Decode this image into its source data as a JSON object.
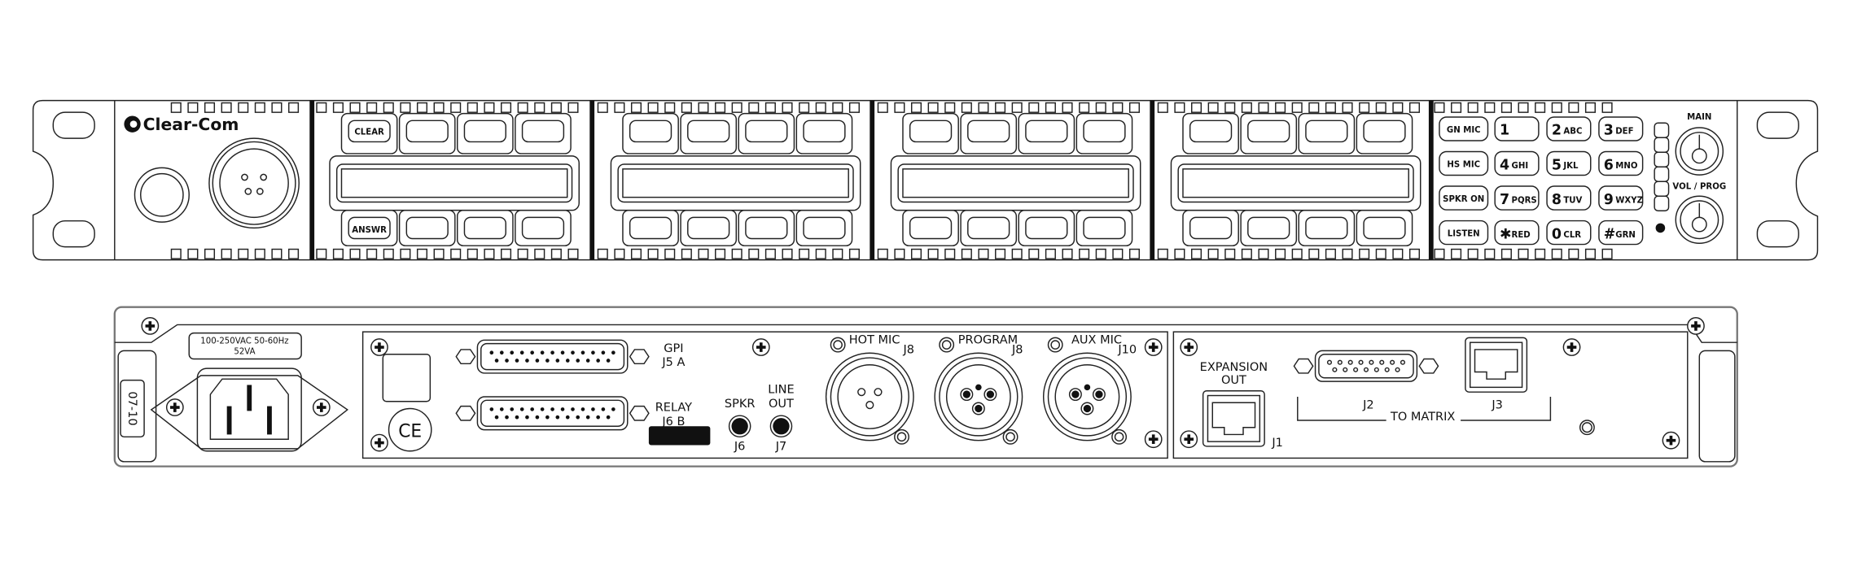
{
  "front": {
    "logo": "Clear-Com",
    "module_labels": {
      "top_left": "CLEAR",
      "bottom_left": "ANSWR"
    },
    "function_keys": [
      "GN MIC",
      "HS MIC",
      "SPKR ON",
      "LISTEN"
    ],
    "keypad": [
      {
        "num": "1",
        "sub": ""
      },
      {
        "num": "2",
        "sub": "ABC"
      },
      {
        "num": "3",
        "sub": "DEF"
      },
      {
        "num": "4",
        "sub": "GHI"
      },
      {
        "num": "5",
        "sub": "JKL"
      },
      {
        "num": "6",
        "sub": "MNO"
      },
      {
        "num": "7",
        "sub": "PQRS"
      },
      {
        "num": "8",
        "sub": "TUV"
      },
      {
        "num": "9",
        "sub": "WXYZ"
      },
      {
        "num": "✱",
        "sub": "RED"
      },
      {
        "num": "0",
        "sub": "CLR"
      },
      {
        "num": "#",
        "sub": "GRN"
      }
    ],
    "knob_main": "MAIN",
    "knob_vol": "VOL / PROG"
  },
  "rear": {
    "power_label_1": "100-250VAC 50-60Hz",
    "power_label_2": "52VA",
    "side_label": "07-10",
    "ce": "CE",
    "gpi": "GPI",
    "gpi_j": "J5 A",
    "relay": "RELAY",
    "relay_j": "J6 B",
    "spkr": "SPKR",
    "spkr_j": "J6",
    "line_out_1": "LINE",
    "line_out_2": "OUT",
    "line_out_j": "J7",
    "hot_mic": "HOT MIC",
    "hot_mic_j": "J8",
    "program": "PROGRAM",
    "program_j": "J8",
    "aux_mic": "AUX MIC",
    "aux_mic_j": "J10",
    "expansion_1": "EXPANSION",
    "expansion_2": "OUT",
    "expansion_j": "J1",
    "j2": "J2",
    "j3": "J3",
    "to_matrix": "TO MATRIX"
  }
}
